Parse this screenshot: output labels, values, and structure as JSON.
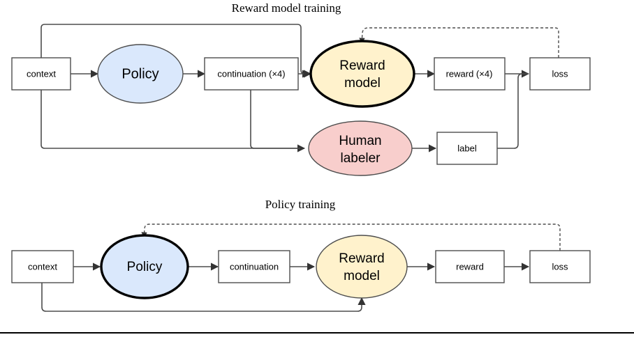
{
  "figure": {
    "background_color": "#ffffff",
    "line_color": "#4d4d4d",
    "emphasis_color": "#000000"
  },
  "palette": {
    "policy_fill": "#dae8fc",
    "reward_fill": "#fff2cc",
    "human_fill": "#f8cecc",
    "box_fill": "#ffffff"
  },
  "panels": [
    {
      "id": "reward-model-training",
      "title": "Reward model training",
      "nodes": {
        "context": "context",
        "policy": "Policy",
        "continuation": "continuation (×4)",
        "reward_model": "Reward\nmodel",
        "reward_model_line1": "Reward",
        "reward_model_line2": "model",
        "reward": "reward (×4)",
        "loss": "loss",
        "human_labeler_line1": "Human",
        "human_labeler_line2": "labeler",
        "label": "label"
      }
    },
    {
      "id": "policy-training",
      "title": "Policy training",
      "nodes": {
        "context": "context",
        "policy": "Policy",
        "continuation": "continuation",
        "reward_model_line1": "Reward",
        "reward_model_line2": "model",
        "reward": "reward",
        "loss": "loss"
      }
    }
  ]
}
